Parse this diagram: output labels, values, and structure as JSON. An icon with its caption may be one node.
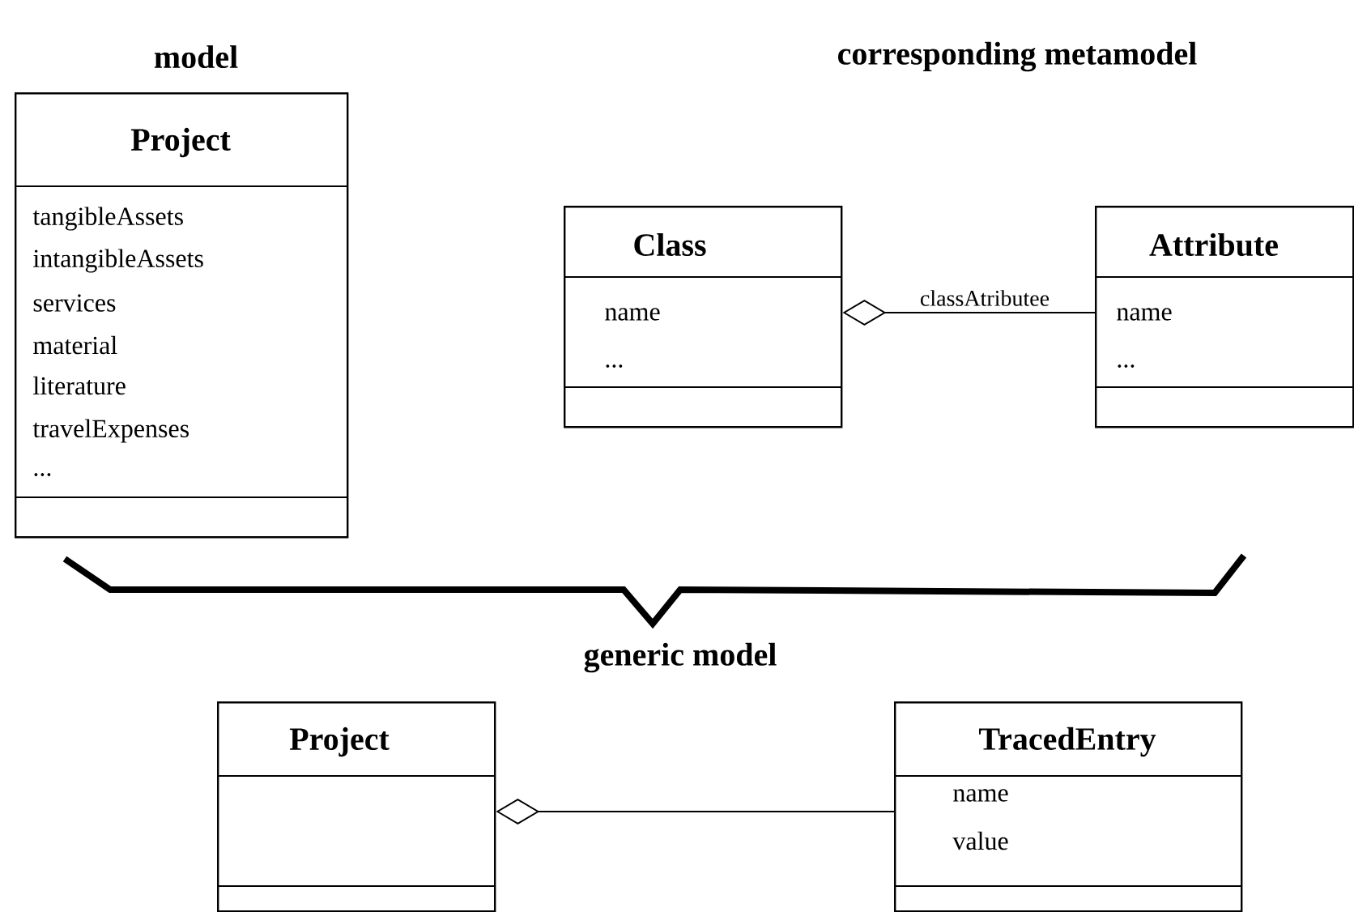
{
  "diagram": {
    "nodes": [
      {
        "text": [
          "Project",
          "tangibleAssets",
          "intangibleAssets",
          "services",
          "material",
          "literature",
          "travelExpenses",
          "..."
        ]
      },
      {
        "text": [
          "Class",
          "name",
          "..."
        ]
      },
      {
        "text": [
          "Attribute",
          "name",
          "..."
        ]
      },
      {
        "text": [
          "Project"
        ]
      },
      {
        "text": [
          "TracedEntry",
          "name",
          "value"
        ]
      }
    ],
    "edges": [
      {
        "from": 1,
        "to": 2,
        "arrow": "other",
        "label": "classAtributee"
      },
      {
        "from": 3,
        "to": 4,
        "arrow": "other"
      }
    ],
    "labels": [
      "model",
      "corresponding metamodel",
      "generic model"
    ]
  }
}
